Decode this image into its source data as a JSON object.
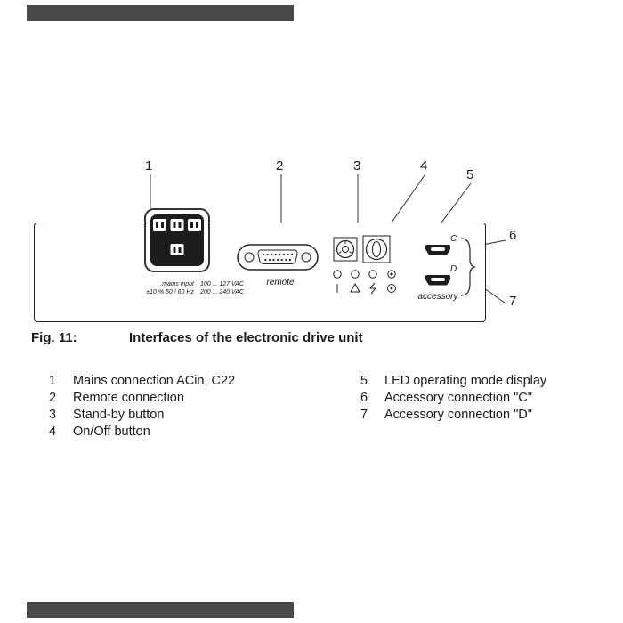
{
  "colors": {
    "header_bar": "#4a4a4a",
    "line_color": "#333333",
    "connector_black": "#1d1d1d"
  },
  "callouts": [
    "1",
    "2",
    "3",
    "4",
    "5",
    "6",
    "7"
  ],
  "panel": {
    "remote_label": "remote",
    "accessory_label": "accessory",
    "port_c": "C",
    "port_d": "D",
    "mains": {
      "row1_left": "mains input",
      "row1_right": "100 ... 127 VAC",
      "row2_left": "±10 % 50 / 60 Hz",
      "row2_right": "200 ... 240 VAC"
    }
  },
  "figure": {
    "label": "Fig. 11:",
    "title": "Interfaces of the electronic drive unit"
  },
  "legend": {
    "left": [
      {
        "num": "1",
        "text": "Mains connection ACin, C22"
      },
      {
        "num": "2",
        "text": "Remote connection"
      },
      {
        "num": "3",
        "text": "Stand-by button"
      },
      {
        "num": "4",
        "text": "On/Off button"
      }
    ],
    "right": [
      {
        "num": "5",
        "text": "LED operating mode display"
      },
      {
        "num": "6",
        "text": "Accessory connection \"C\""
      },
      {
        "num": "7",
        "text": "Accessory connection \"D\""
      }
    ]
  }
}
